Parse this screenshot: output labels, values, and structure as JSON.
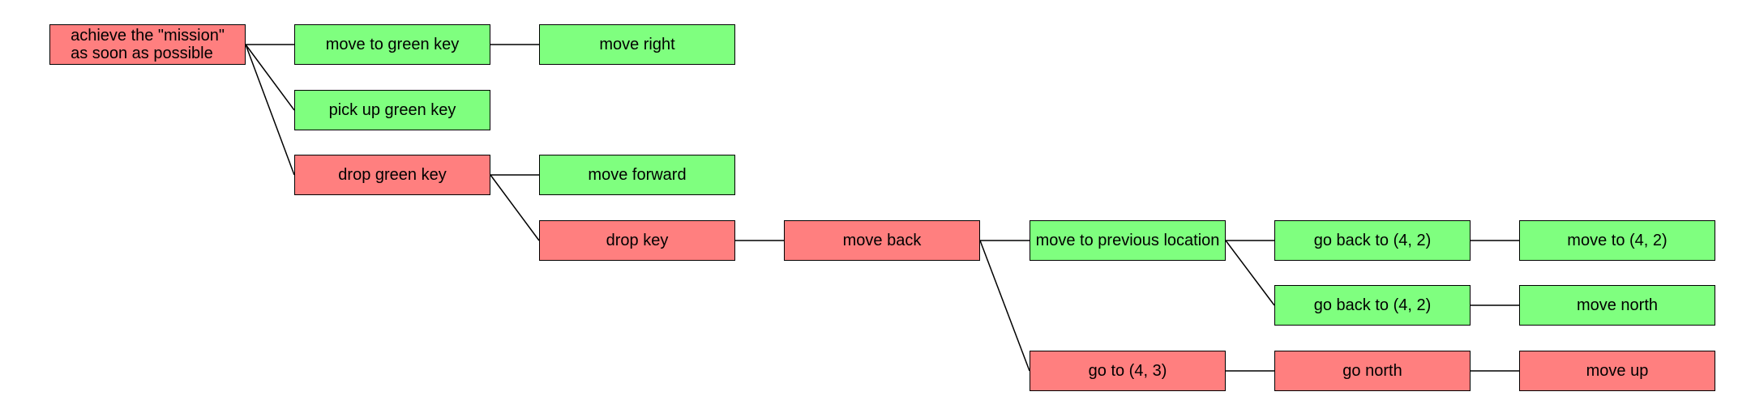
{
  "colors": {
    "failed": "#ff7f7f",
    "success": "#7fff7f",
    "edge": "#000000"
  },
  "nodes": {
    "root": {
      "label": "achieve the \"mission\"\nas soon as possible",
      "status": "failed"
    },
    "move_to_green_key": {
      "label": "move to green key",
      "status": "success"
    },
    "move_right": {
      "label": "move right",
      "status": "success"
    },
    "pick_up_green_key": {
      "label": "pick up green key",
      "status": "success"
    },
    "drop_green_key": {
      "label": "drop green key",
      "status": "failed"
    },
    "move_forward": {
      "label": "move forward",
      "status": "success"
    },
    "drop_key": {
      "label": "drop key",
      "status": "failed"
    },
    "move_back": {
      "label": "move back",
      "status": "failed"
    },
    "move_to_previous_location": {
      "label": "move to previous location",
      "status": "success"
    },
    "go_back_to_4_2_a": {
      "label": "go back to (4, 2)",
      "status": "success"
    },
    "move_to_4_2": {
      "label": "move to (4, 2)",
      "status": "success"
    },
    "go_back_to_4_2_b": {
      "label": "go back to (4, 2)",
      "status": "success"
    },
    "move_north": {
      "label": "move north",
      "status": "success"
    },
    "go_to_4_3": {
      "label": "go to (4, 3)",
      "status": "failed"
    },
    "go_north": {
      "label": "go north",
      "status": "failed"
    },
    "move_up": {
      "label": "move up",
      "status": "failed"
    }
  },
  "edges": [
    [
      "root",
      "move_to_green_key"
    ],
    [
      "root",
      "pick_up_green_key"
    ],
    [
      "root",
      "drop_green_key"
    ],
    [
      "move_to_green_key",
      "move_right"
    ],
    [
      "drop_green_key",
      "move_forward"
    ],
    [
      "drop_green_key",
      "drop_key"
    ],
    [
      "drop_key",
      "move_back"
    ],
    [
      "move_back",
      "move_to_previous_location"
    ],
    [
      "move_back",
      "go_to_4_3"
    ],
    [
      "move_to_previous_location",
      "go_back_to_4_2_a"
    ],
    [
      "move_to_previous_location",
      "go_back_to_4_2_b"
    ],
    [
      "go_back_to_4_2_a",
      "move_to_4_2"
    ],
    [
      "go_back_to_4_2_b",
      "move_north"
    ],
    [
      "go_to_4_3",
      "go_north"
    ],
    [
      "go_north",
      "move_up"
    ]
  ]
}
